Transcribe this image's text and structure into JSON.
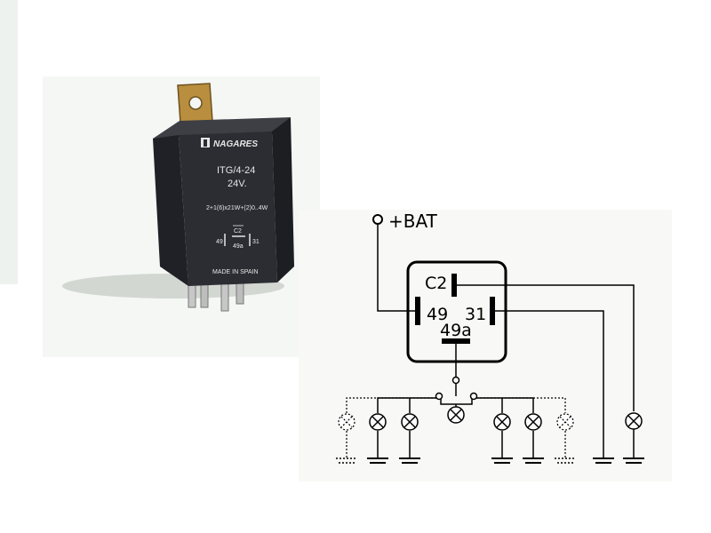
{
  "relay_photo": {
    "brand": "NAGARES",
    "model": "ITG/4-24",
    "voltage": "24V.",
    "rating": "2+1(6)x21W+(2)0..4W",
    "pin_c2": "C2",
    "pin_49": "49",
    "pin_49a": "49a",
    "pin_31": "31",
    "origin": "MADE IN SPAIN"
  },
  "schematic": {
    "supply_label": "+BAT",
    "pin_c2": "C2",
    "pin_49": "49",
    "pin_31": "31",
    "pin_49a": "49a"
  }
}
